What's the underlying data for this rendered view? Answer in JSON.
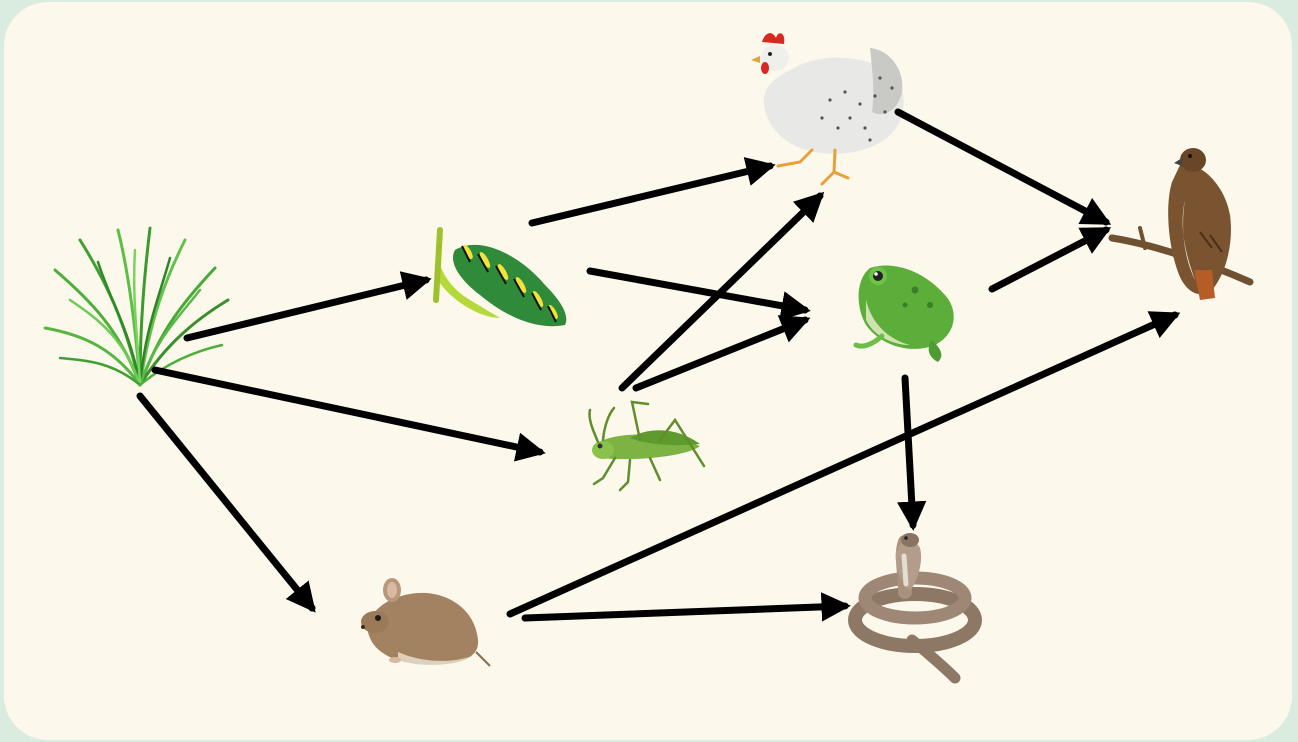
{
  "diagram": {
    "type": "food-web",
    "colors": {
      "background": "#d9ecdf",
      "panel": "#fdf8ec",
      "arrow": "#000000"
    },
    "organisms": [
      {
        "id": "grass",
        "icon": "grass-icon"
      },
      {
        "id": "caterpillar",
        "icon": "caterpillar-icon"
      },
      {
        "id": "grasshopper",
        "icon": "grasshopper-icon"
      },
      {
        "id": "mouse",
        "icon": "mouse-icon"
      },
      {
        "id": "chicken",
        "icon": "chicken-icon"
      },
      {
        "id": "frog",
        "icon": "frog-icon"
      },
      {
        "id": "snake",
        "icon": "snake-icon"
      },
      {
        "id": "hawk",
        "icon": "hawk-icon"
      }
    ],
    "arrows": [
      {
        "from": "grass",
        "to": "caterpillar"
      },
      {
        "from": "grass",
        "to": "grasshopper"
      },
      {
        "from": "grass",
        "to": "mouse"
      },
      {
        "from": "caterpillar",
        "to": "chicken"
      },
      {
        "from": "caterpillar",
        "to": "frog"
      },
      {
        "from": "grasshopper",
        "to": "chicken"
      },
      {
        "from": "grasshopper",
        "to": "frog"
      },
      {
        "from": "chicken",
        "to": "hawk"
      },
      {
        "from": "frog",
        "to": "hawk"
      },
      {
        "from": "frog",
        "to": "snake"
      },
      {
        "from": "mouse",
        "to": "hawk"
      },
      {
        "from": "mouse",
        "to": "snake"
      }
    ]
  }
}
